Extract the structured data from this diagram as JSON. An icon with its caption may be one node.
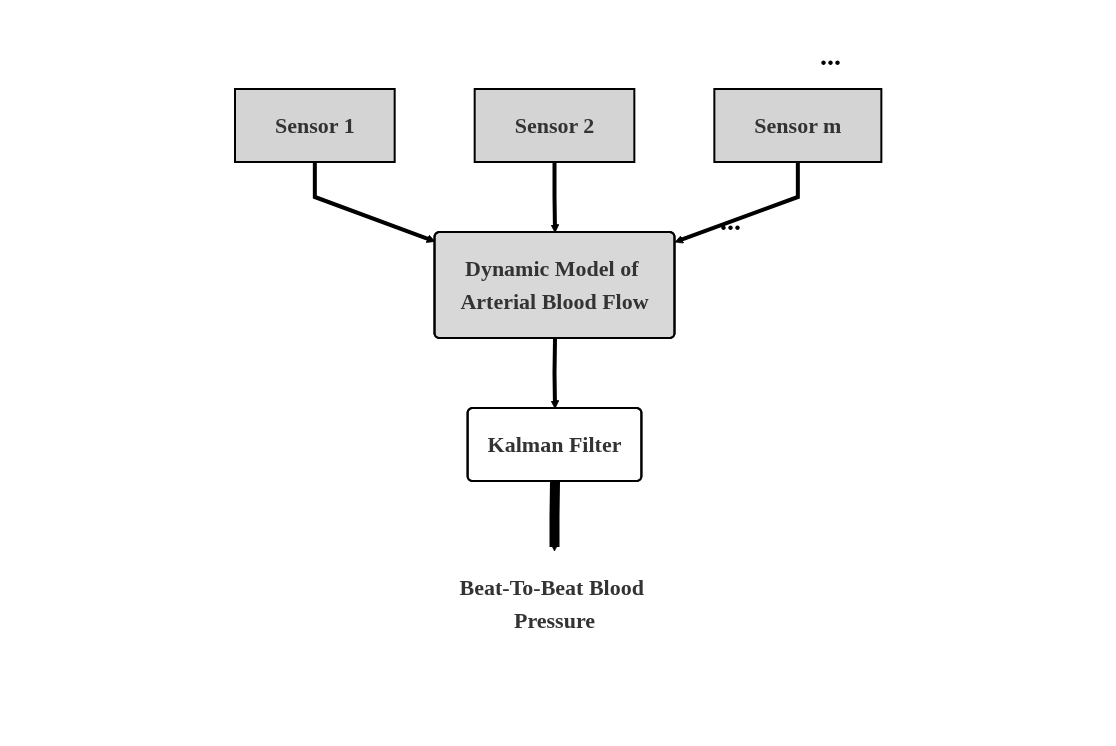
{
  "diagram": {
    "nodes": [
      {
        "text": [
          "Sensor 1"
        ]
      },
      {
        "text": [
          "Sensor 2"
        ]
      },
      {
        "text": [
          "Sensor m"
        ]
      },
      {
        "text": [
          "Dynamic Model of Arterial Blood Flow"
        ]
      },
      {
        "text": [
          "Kalman Filter"
        ]
      },
      {
        "text": [
          "Beat-To-Beat Blood Pressure"
        ]
      }
    ],
    "edges": [
      {
        "from": 0,
        "to": 3,
        "arrow": "to"
      },
      {
        "from": 1,
        "to": 3,
        "arrow": "to"
      },
      {
        "from": 2,
        "to": 3,
        "arrow": "to"
      },
      {
        "from": 3,
        "to": 4,
        "arrow": "to"
      },
      {
        "from": 4,
        "to": 5,
        "arrow": "to",
        "style": "thick"
      }
    ],
    "labels": [
      "...",
      "..."
    ]
  }
}
